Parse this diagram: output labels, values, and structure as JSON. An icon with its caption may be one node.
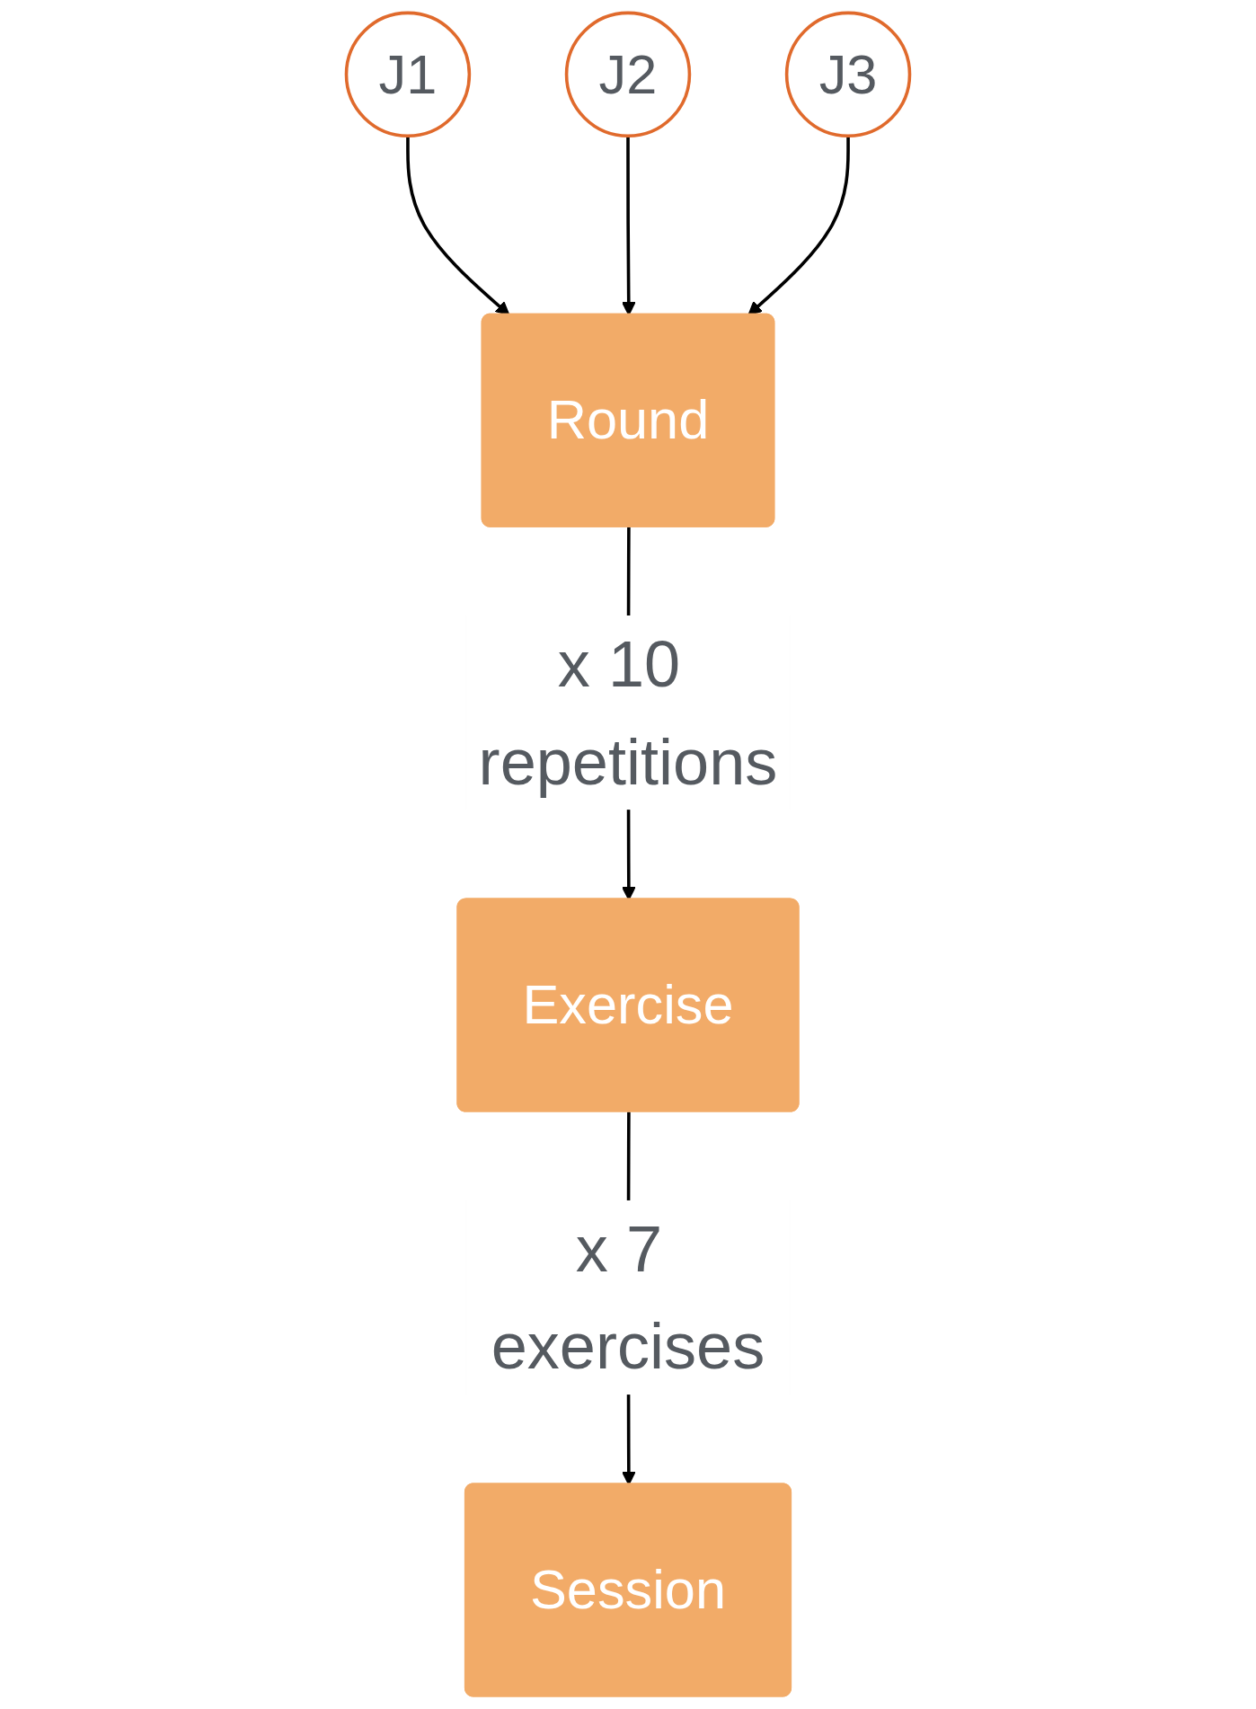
{
  "diagram": {
    "nodes": [
      {
        "text": [
          "J1"
        ]
      },
      {
        "text": [
          "J2"
        ]
      },
      {
        "text": [
          "J3"
        ]
      },
      {
        "text": [
          "Round"
        ]
      },
      {
        "text": [
          "Exercise"
        ]
      },
      {
        "text": [
          "Session"
        ]
      }
    ],
    "edges": [
      {
        "from": 0,
        "to": 3,
        "arrow": "to"
      },
      {
        "from": 1,
        "to": 3,
        "arrow": "to"
      },
      {
        "from": 2,
        "to": 3,
        "arrow": "to"
      },
      {
        "from": 3,
        "to": 4,
        "arrow": "to",
        "label": "x 10 repetitions"
      },
      {
        "from": 4,
        "to": 5,
        "arrow": "to",
        "label": "x 7 exercises"
      }
    ]
  }
}
